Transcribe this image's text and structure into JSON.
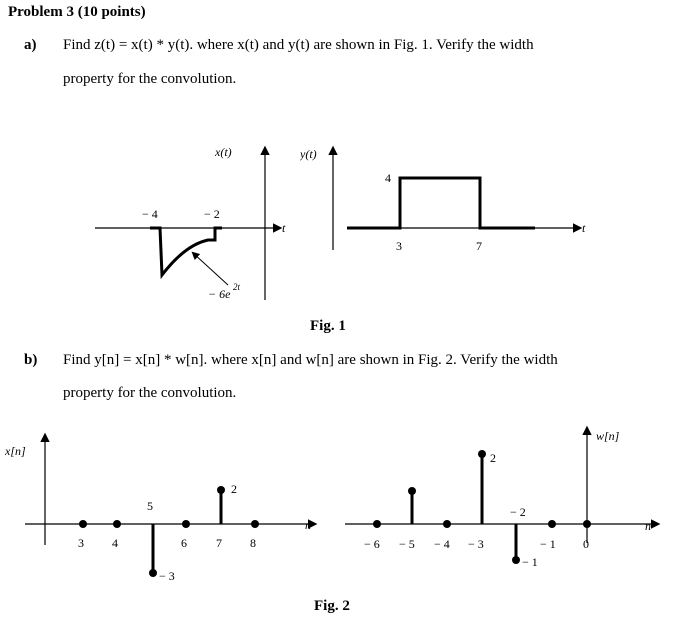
{
  "problem_title": "Problem 3 (10 points)",
  "part_a": {
    "label": "a)",
    "line1": "Find z(t) = x(t) * y(t). where x(t) and y(t) are shown in Fig. 1. Verify the width",
    "line2": "property for the convolution."
  },
  "fig1": {
    "caption": "Fig. 1",
    "x_plot": {
      "ylabel": "x(t)",
      "xlabel": "t",
      "ticks": [
        "− 4",
        "− 2"
      ],
      "annotation_coef": "− 6e",
      "annotation_exp": "2t"
    },
    "y_plot": {
      "ylabel": "y(t)",
      "xlabel": "t",
      "ticks": [
        "3",
        "7"
      ],
      "amplitude": "4"
    }
  },
  "part_b": {
    "label": "b)",
    "line1": "Find y[n] = x[n] * w[n]. where x[n] and w[n] are shown in Fig. 2. Verify the width",
    "line2": "property for the convolution."
  },
  "fig2": {
    "caption": "Fig. 2",
    "x_plot": {
      "ylabel": "x[n]",
      "xlabel": "n",
      "ticks": [
        "3",
        "4",
        "6",
        "7",
        "8"
      ],
      "value_labels": [
        "5",
        "− 3",
        "2"
      ]
    },
    "w_plot": {
      "ylabel": "w[n]",
      "xlabel": "n",
      "ticks": [
        "− 6",
        "− 5",
        "− 4",
        "− 3",
        "− 1",
        "0"
      ],
      "value_labels": [
        "2",
        "− 2",
        "− 1"
      ]
    }
  }
}
